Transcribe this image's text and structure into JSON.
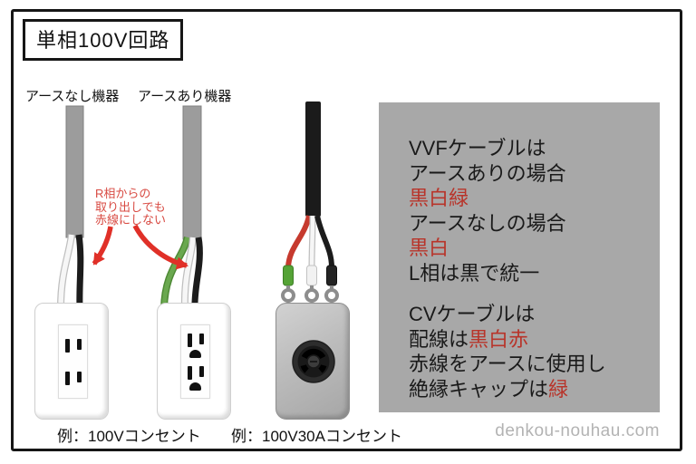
{
  "title": "単相100V回路",
  "labels": {
    "no_earth_device": "アースなし機器",
    "earth_device": "アースあり機器"
  },
  "annotation": {
    "line1": "R相からの",
    "line2": "取り出しでも",
    "line3": "赤線にしない"
  },
  "captions": {
    "outlet_100v": "例：100Vコンセント",
    "outlet_100v30a": "例：100V30Aコンセント"
  },
  "note_box": {
    "lines": [
      {
        "runs": [
          {
            "text": "VVFケーブルは",
            "red": false
          }
        ]
      },
      {
        "runs": [
          {
            "text": "アースありの場合",
            "red": false
          }
        ]
      },
      {
        "runs": [
          {
            "text": "黒白緑",
            "red": true
          }
        ]
      },
      {
        "runs": [
          {
            "text": "アースなしの場合",
            "red": false
          }
        ]
      },
      {
        "runs": [
          {
            "text": "黒白",
            "red": true
          }
        ]
      },
      {
        "runs": [
          {
            "text": "L相は黒で統一",
            "red": false
          }
        ]
      },
      {
        "runs": [
          {
            "text": "CVケーブルは",
            "red": false
          }
        ]
      },
      {
        "runs": [
          {
            "text": "配線は",
            "red": false
          },
          {
            "text": "黒白赤",
            "red": true
          }
        ]
      },
      {
        "runs": [
          {
            "text": "赤線をアースに使用し",
            "red": false
          }
        ]
      },
      {
        "runs": [
          {
            "text": "絶縁キャップは",
            "red": false
          },
          {
            "text": "緑",
            "red": true
          }
        ]
      }
    ]
  },
  "watermark": "denkou-nouhau.com",
  "colors": {
    "note_bg": "#a8a8a8",
    "note_text": "#1a1a1a",
    "note_red": "#b8342a",
    "annot_red": "#d84a42",
    "arrow_red": "#e03028",
    "sheath_gray": "#9c9c9c",
    "sheath_black": "#1b1b1b",
    "wire_black": "#1c1c1c",
    "wire_white": "#f6f6f6",
    "wire_green": "#6aa84f",
    "wire_red": "#c63a2e",
    "cap_green": "#55a336"
  }
}
